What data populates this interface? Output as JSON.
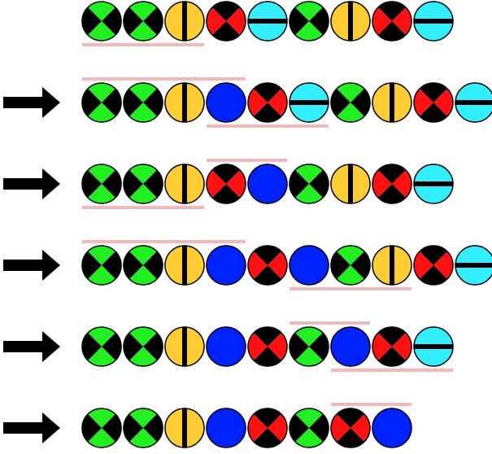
{
  "colors": {
    "green": "#22ee22",
    "yellow": "#ffcc33",
    "red": "#ff1111",
    "cyan": "#33eeff",
    "blue": "#0022ff",
    "black": "#000000",
    "underline": "#f4b8b8"
  },
  "token_types": {
    "G": "green-black-x-marble",
    "Y": "yellow-vertical-bar-marble",
    "R": "red-black-x-marble",
    "C": "cyan-horizontal-bar-marble",
    "B": "blue-plain-marble"
  },
  "rows": [
    {
      "arrow": false,
      "tokens": [
        "G",
        "G",
        "Y",
        "R",
        "C",
        "G",
        "Y",
        "R",
        "C"
      ],
      "marks": [
        {
          "from": 0,
          "to": 3,
          "pos": "below"
        }
      ]
    },
    {
      "arrow": true,
      "tokens": [
        "G",
        "G",
        "Y",
        "B",
        "R",
        "C",
        "G",
        "Y",
        "R",
        "C"
      ],
      "marks": [
        {
          "from": 0,
          "to": 4,
          "pos": "above"
        },
        {
          "from": 3,
          "to": 6,
          "pos": "below"
        }
      ]
    },
    {
      "arrow": true,
      "tokens": [
        "G",
        "G",
        "Y",
        "R",
        "B",
        "G",
        "Y",
        "R",
        "C"
      ],
      "marks": [
        {
          "from": 3,
          "to": 5,
          "pos": "above"
        },
        {
          "from": 0,
          "to": 3,
          "pos": "below"
        }
      ]
    },
    {
      "arrow": true,
      "tokens": [
        "G",
        "G",
        "Y",
        "B",
        "R",
        "B",
        "G",
        "Y",
        "R",
        "C"
      ],
      "marks": [
        {
          "from": 0,
          "to": 4,
          "pos": "above"
        },
        {
          "from": 5,
          "to": 8,
          "pos": "below"
        }
      ]
    },
    {
      "arrow": true,
      "tokens": [
        "G",
        "G",
        "Y",
        "B",
        "R",
        "G",
        "B",
        "R",
        "C"
      ],
      "marks": [
        {
          "from": 5,
          "to": 7,
          "pos": "above"
        },
        {
          "from": 6,
          "to": 9,
          "pos": "below"
        }
      ]
    },
    {
      "arrow": true,
      "tokens": [
        "G",
        "G",
        "Y",
        "B",
        "R",
        "G",
        "R",
        "B"
      ],
      "marks": [
        {
          "from": 6,
          "to": 8,
          "pos": "above"
        }
      ]
    }
  ]
}
